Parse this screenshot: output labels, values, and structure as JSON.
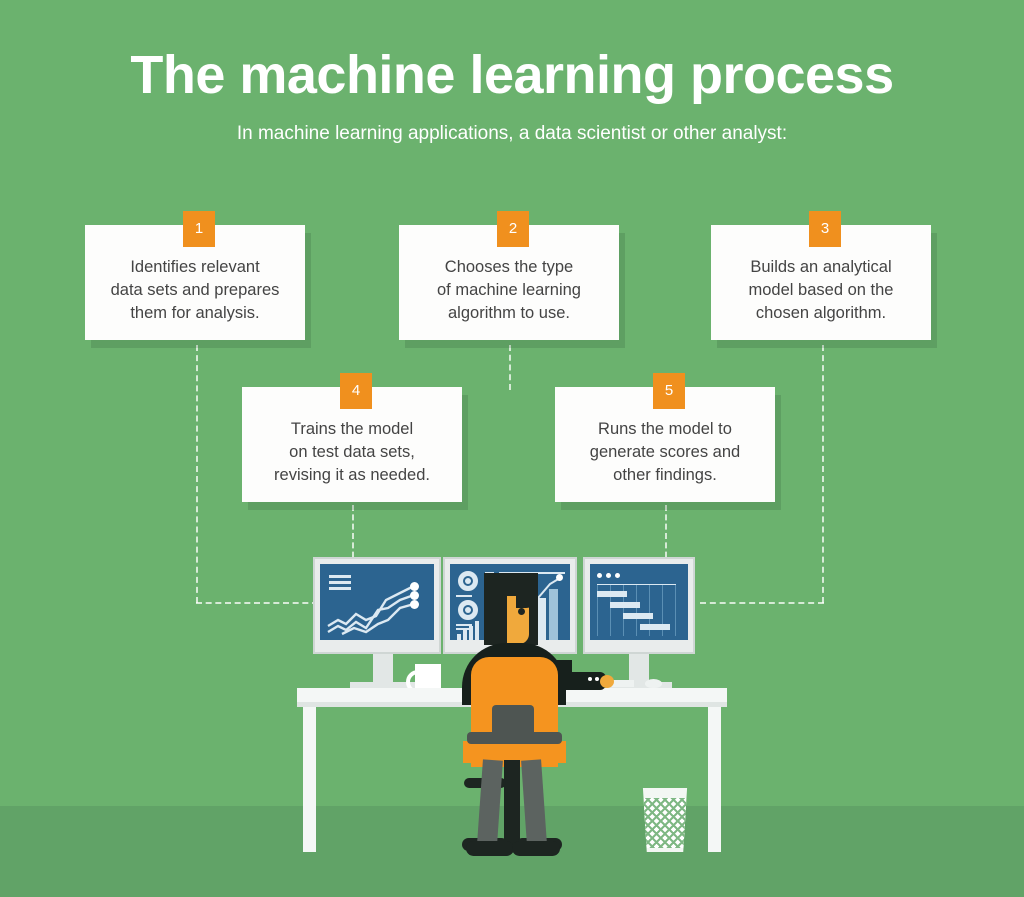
{
  "header": {
    "title": "The machine learning process",
    "subtitle": "In machine learning applications, a data scientist or other analyst:"
  },
  "colors": {
    "background_green": "#6bb26e",
    "floor_green": "#61a367",
    "accent_orange": "#f0901e",
    "card_white": "#fdfdfc",
    "card_text": "#444444",
    "screen_blue": "#2c6490",
    "title_white": "#ffffff"
  },
  "steps": [
    {
      "number": "1",
      "text": "Identifies relevant\ndata sets and prepares\nthem for analysis."
    },
    {
      "number": "2",
      "text": "Chooses the type\nof machine learning\nalgorithm to use."
    },
    {
      "number": "3",
      "text": "Builds an analytical\nmodel based on the\nchosen algorithm."
    },
    {
      "number": "4",
      "text": "Trains the model\non test data sets,\nrevising it as needed."
    },
    {
      "number": "5",
      "text": "Runs the model to\ngenerate scores and\nother findings."
    }
  ],
  "illustration": {
    "monitors": [
      {
        "name": "left-monitor",
        "content": "line-chart"
      },
      {
        "name": "center-monitor",
        "content": "analytics-dashboard"
      },
      {
        "name": "right-monitor",
        "content": "gantt-chart"
      }
    ],
    "desk_items": [
      "coffee-mug",
      "keyboard",
      "mouse"
    ],
    "person": "data-scientist-seated",
    "furniture": [
      "desk",
      "office-chair",
      "wastebasket"
    ]
  }
}
